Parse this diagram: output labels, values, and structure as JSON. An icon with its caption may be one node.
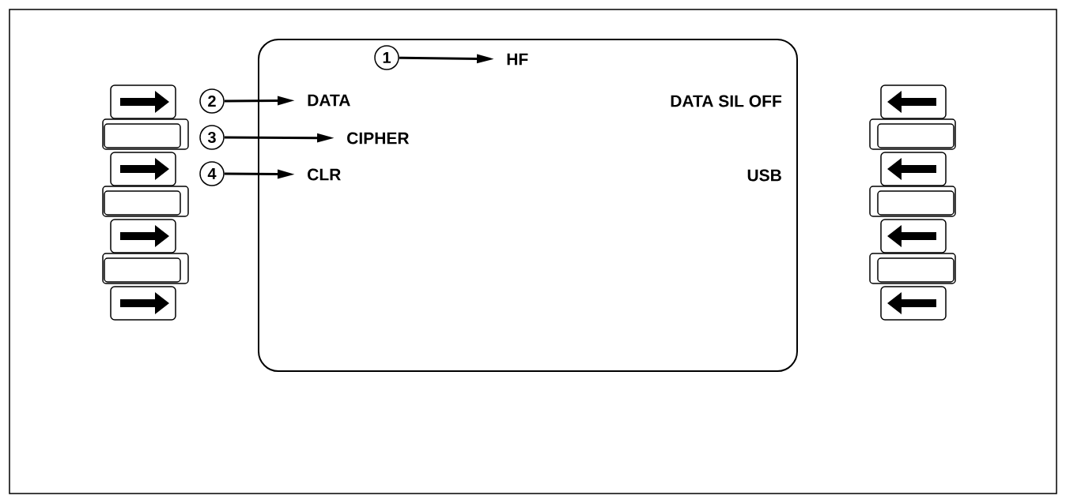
{
  "diagram": {
    "nodes": [
      {
        "text": [],
        "shape": "box"
      },
      {
        "text": [
          "1"
        ],
        "in": 0
      },
      {
        "text": [
          "HF"
        ],
        "in": 0
      },
      {
        "text": [
          "2"
        ]
      },
      {
        "text": [
          "DATA"
        ],
        "in": 0
      },
      {
        "text": [
          "3"
        ]
      },
      {
        "text": [
          "CIPHER"
        ],
        "in": 0
      },
      {
        "text": [
          "4"
        ]
      },
      {
        "text": [
          "CLR"
        ],
        "in": 0
      }
    ],
    "edges": [
      {
        "from": 1,
        "to": 2,
        "arrow": "to"
      },
      {
        "from": 3,
        "to": 4,
        "arrow": "to"
      },
      {
        "from": 5,
        "to": 6,
        "arrow": "to"
      },
      {
        "from": 7,
        "to": 8,
        "arrow": "to"
      }
    ],
    "labels": [
      "DATA SIL OFF",
      "USB"
    ]
  }
}
